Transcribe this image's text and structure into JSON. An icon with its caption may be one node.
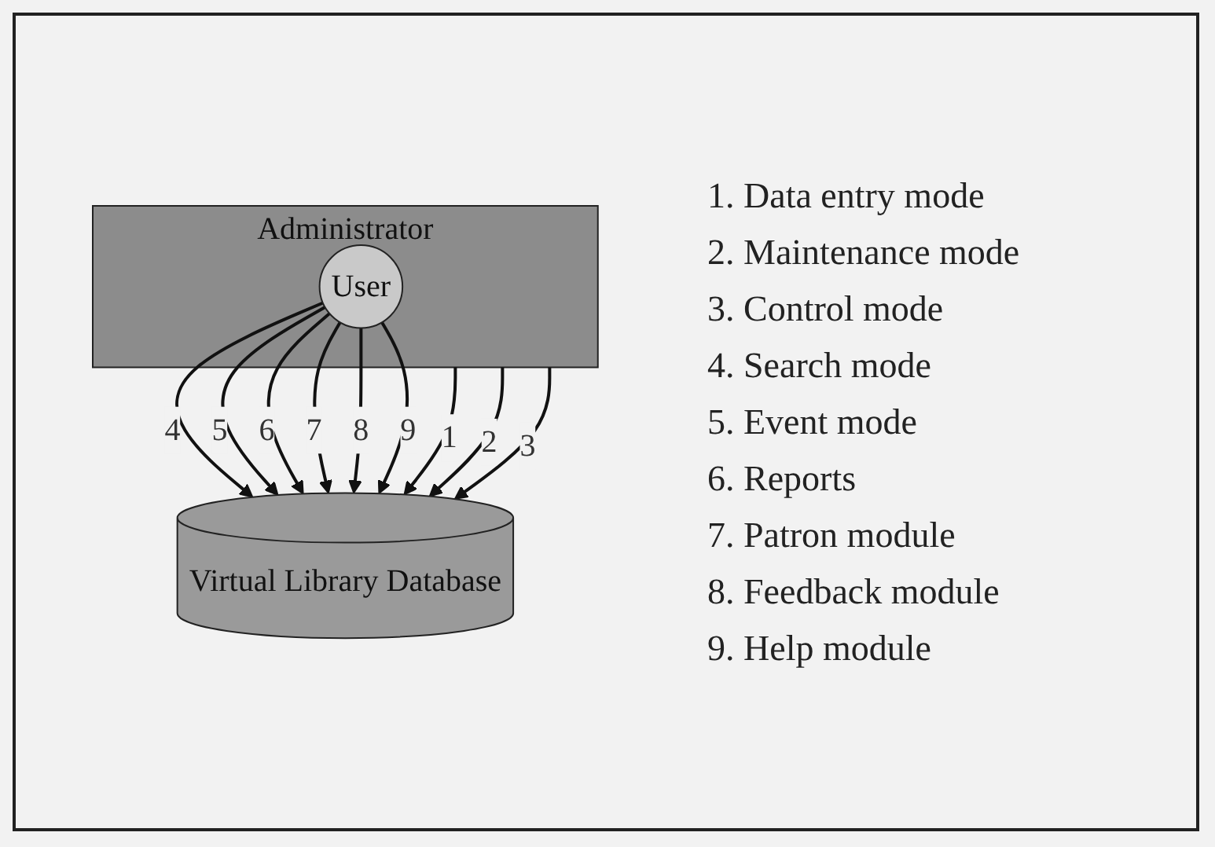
{
  "diagram": {
    "nodes": [
      {
        "text": [
          "Administrator"
        ]
      },
      {
        "text": [
          "User"
        ],
        "in": 0
      },
      {
        "text": [
          "Virtual Library Database"
        ]
      }
    ],
    "edges": [
      {
        "from": 0,
        "to": 2,
        "arrow": "to",
        "label": "1"
      },
      {
        "from": 0,
        "to": 2,
        "arrow": "to",
        "label": "2"
      },
      {
        "from": 0,
        "to": 2,
        "arrow": "to",
        "label": "3"
      },
      {
        "from": 1,
        "to": 2,
        "arrow": "to",
        "label": "4"
      },
      {
        "from": 1,
        "to": 2,
        "arrow": "to",
        "label": "5"
      },
      {
        "from": 1,
        "to": 2,
        "arrow": "to",
        "label": "6"
      },
      {
        "from": 1,
        "to": 2,
        "arrow": "to",
        "label": "7"
      },
      {
        "from": 1,
        "to": 2,
        "arrow": "to",
        "label": "8"
      },
      {
        "from": 1,
        "to": 2,
        "arrow": "to",
        "label": "9"
      }
    ],
    "labels": [
      "1. Data entry mode",
      "2. Maintenance mode",
      "3. Control mode",
      "4. Search mode",
      "5. Event mode",
      "6. Reports",
      "7. Patron module",
      "8. Feedback module",
      "9. Help module"
    ]
  }
}
